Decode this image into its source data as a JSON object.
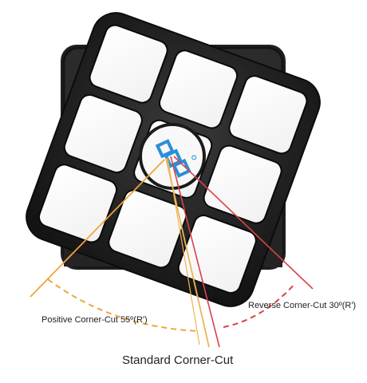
{
  "annotations": {
    "positive": "Positive Corner-Cut 55º(R')",
    "reverse": "Reverse Corner-Cut 30º(R')",
    "standard": "Standard Corner-Cut"
  },
  "logo": {
    "text": "GAN"
  },
  "colors": {
    "cube_body": "#1a1a1a",
    "back_layer": "#2a2a2a",
    "sticker": "#ffffff",
    "logo_blue": "#2a8fd6",
    "positive_line": "#f0a53a",
    "standard_line": "#eeb456",
    "reverse_line": "#d9424a"
  },
  "icons": [
    "rubiks-cube-icon",
    "gan-logo-icon"
  ]
}
